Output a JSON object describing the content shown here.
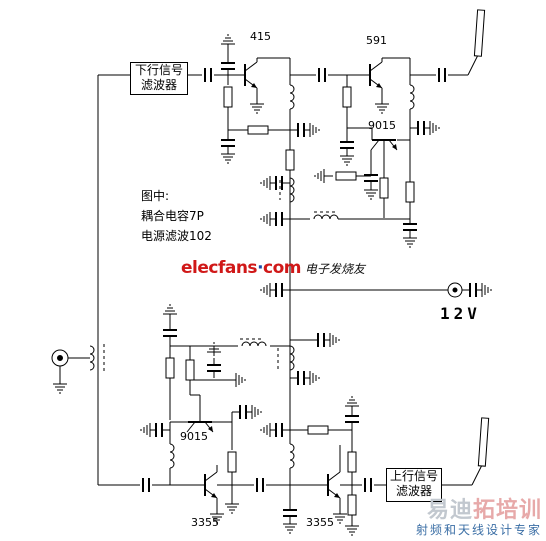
{
  "filters": {
    "down": [
      "下行信号",
      "滤波器"
    ],
    "up": [
      "上行信号",
      "滤波器"
    ]
  },
  "transistors": {
    "t1": "415",
    "t2": "591",
    "t3": "9015",
    "t4": "9015",
    "t5": "3355",
    "t6": "3355"
  },
  "notes": {
    "title": "图中:",
    "coupling": "耦合电容7P",
    "bypass": "电源滤波102"
  },
  "supply": "12V",
  "watermark": {
    "brand_left": "elecfans",
    "brand_dot": "·",
    "brand_right": "com",
    "brand_cn": "电子发烧友",
    "school_a": "易迪",
    "school_b": "拓培训",
    "school_sub": "射频和天线设计专家"
  }
}
